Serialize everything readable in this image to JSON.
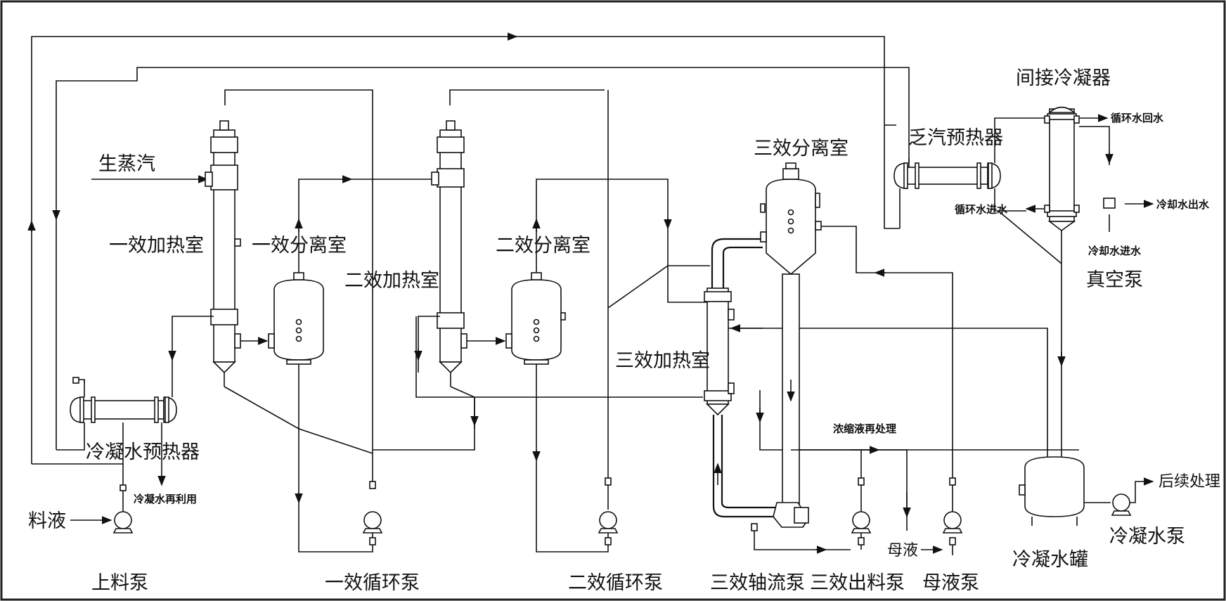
{
  "labels": {
    "live_steam": "生蒸汽",
    "heater_1": "一效加热室",
    "separator_1": "一效分离室",
    "heater_2": "二效加热室",
    "separator_2": "二效分离室",
    "heater_3": "三效加热室",
    "separator_3": "三效分离室",
    "indirect_condenser": "间接冷凝器",
    "exhaust_preheater": "乏汽预热器",
    "cooling_return": "循环水回水",
    "cooling_supply": "循环水进水",
    "cooling_out": "冷却水出水",
    "cooling_in": "冷却水进水",
    "vacuum_pump": "真空泵",
    "condensate_preheater": "冷凝水预热器",
    "condensate_reuse": "冷凝水再利用",
    "feed_liquid": "料液",
    "feed_pump": "上料泵",
    "circ_pump_1": "一效循环泵",
    "circ_pump_2": "二效循环泵",
    "axial_pump_3": "三效轴流泵",
    "discharge_pump_3": "三效出料泵",
    "mother_liquor": "母液",
    "mother_pump": "母液泵",
    "concentrate_treatment": "浓缩液再处理",
    "condensate_tank": "冷凝水罐",
    "condensate_pump": "冷凝水泵",
    "post_treatment": "后续处理"
  }
}
